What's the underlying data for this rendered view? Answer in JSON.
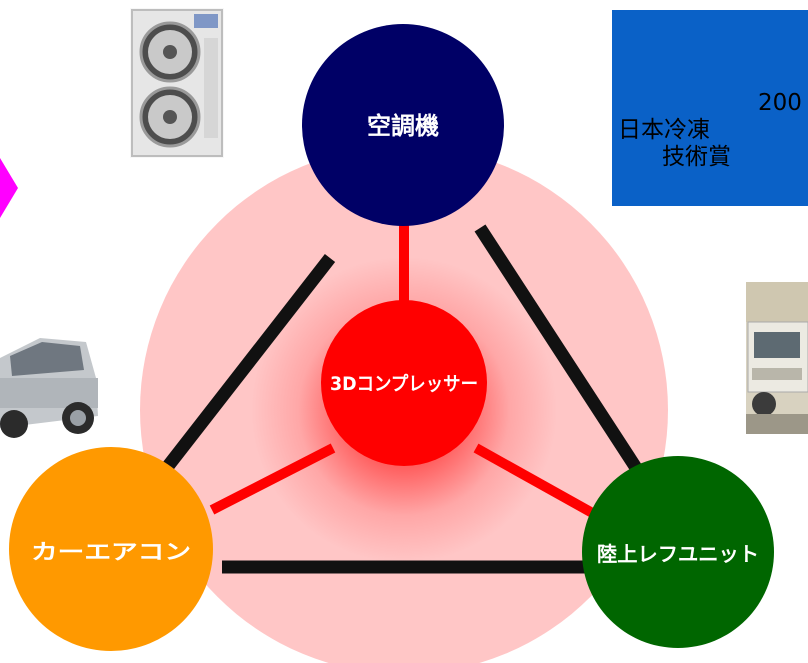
{
  "nodes": {
    "top": {
      "label": "空調機",
      "color": "#000066"
    },
    "center": {
      "label": "3Dコンプレッサー",
      "color": "#ff0000"
    },
    "bottom_left": {
      "label": "カーエアコン",
      "color": "#ff9900"
    },
    "bottom_right": {
      "label": "陸上レフユニット",
      "color": "#006600"
    }
  },
  "award": {
    "lines": [
      "200",
      "日本冷凍",
      "技術賞"
    ],
    "color": "#0a61c7"
  },
  "colors": {
    "halo": "#ffc6c6",
    "outer_links": "#111111",
    "inner_links": "#ff0000",
    "arrow": "#ff00ff"
  },
  "photos": {
    "top": "outdoor-air-conditioner-unit",
    "left": "silver-suv",
    "right": "refrigerated-truck"
  }
}
